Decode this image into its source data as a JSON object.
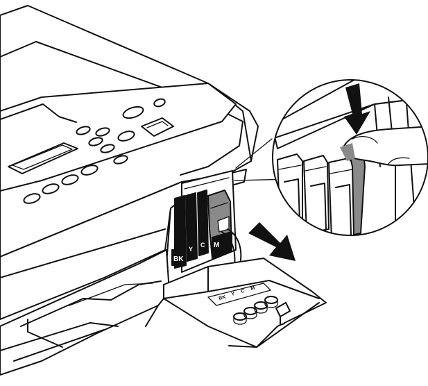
{
  "cartridges": {
    "black": "BK",
    "yellow": "Y",
    "cyan": "C",
    "magenta": "M"
  },
  "cover_labels": {
    "black": "BK",
    "yellow": "Y",
    "cyan": "C",
    "magenta": "M"
  },
  "colors": {
    "line": "#111111",
    "shade": "#dcdcdc",
    "dark": "#8a8a8a"
  }
}
